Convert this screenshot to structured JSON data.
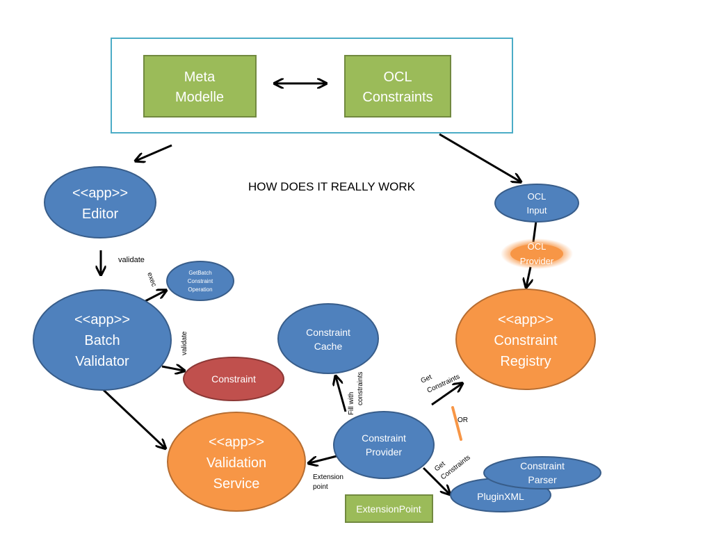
{
  "title": "HOW DOES IT REALLY WORK",
  "boxes": {
    "meta_modelle": [
      "Meta",
      "Modelle"
    ],
    "ocl_constraints": [
      "OCL",
      "Constraints"
    ],
    "extension_point": "ExtensionPoint"
  },
  "nodes": {
    "editor": [
      "<<app>>",
      "Editor"
    ],
    "batch_validator": [
      "<<app>>",
      "Batch",
      "Validator"
    ],
    "getbatch": [
      "GetBatch",
      "Constraint",
      "Operation"
    ],
    "constraint": "Constraint",
    "constraint_cache": [
      "Constraint",
      "Cache"
    ],
    "validation_service": [
      "<<app>>",
      "Validation",
      "Service"
    ],
    "constraint_provider": [
      "Constraint",
      "Provider"
    ],
    "ocl_input": [
      "OCL",
      "Input"
    ],
    "ocl_provider": [
      "OCL",
      "Provider"
    ],
    "constraint_registry": [
      "<<app>>",
      "Constraint",
      "Registry"
    ],
    "constraint_parser": [
      "Constraint",
      "Parser"
    ],
    "plugin_xml": "PluginXML"
  },
  "edge_labels": {
    "validate_editor": "validate",
    "exec": "exec",
    "validate_batch": "validate",
    "fill_with": [
      "Fill with",
      "constraints"
    ],
    "get_constraints_registry": [
      "Get",
      "Constraints"
    ],
    "or": "OR",
    "get_constraints_plugin": [
      "Get",
      "Constraints"
    ],
    "extension_point": [
      "Extension",
      "point"
    ]
  },
  "colors": {
    "green_fill": "#9bbb59",
    "green_stroke": "#71893f",
    "blue_fill": "#4f81bd",
    "blue_stroke": "#385d8a",
    "orange_fill": "#f79646",
    "orange_stroke": "#b66d31",
    "red_fill": "#c0504d",
    "red_stroke": "#8c3836",
    "frame_stroke": "#4bacc6"
  }
}
